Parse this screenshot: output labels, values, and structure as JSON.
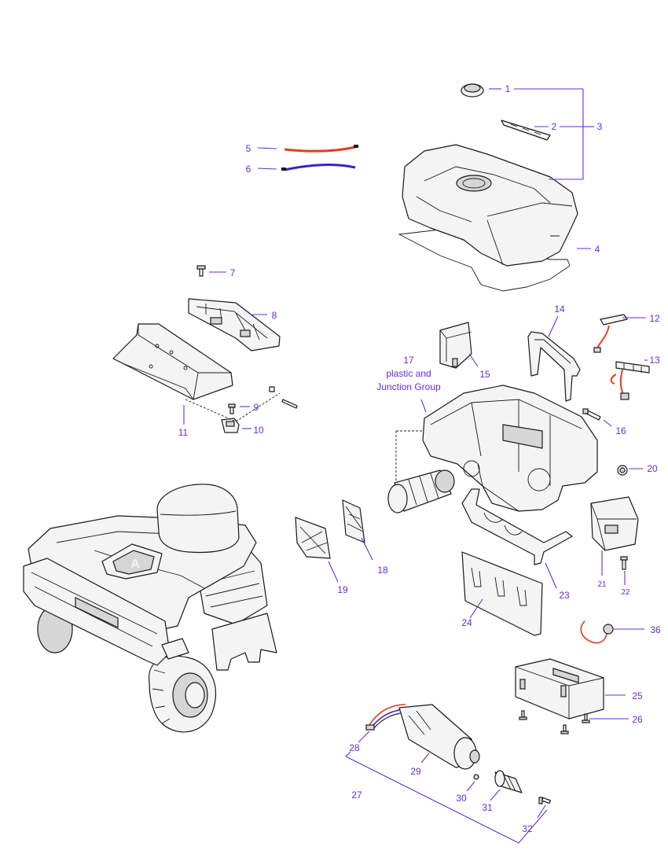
{
  "colors": {
    "callout": "#6a2bd9",
    "outline": "#1a1a1a",
    "cable_red": "#e0401b",
    "cable_blue": "#3b22c8"
  },
  "callouts": {
    "c1": "1",
    "c2": "2",
    "c3": "3",
    "c4": "4",
    "c5": "5",
    "c6": "6",
    "c7": "7",
    "c8": "8",
    "c9": "9",
    "c10": "10",
    "c11": "11",
    "c12": "12",
    "c13": "13",
    "c14": "14",
    "c15": "15",
    "c16": "16",
    "c17_line1": "17",
    "c17_line2": "plastic and",
    "c17_line3": "Junction Group",
    "c18": "18",
    "c19": "19",
    "c20": "20",
    "c21": "21",
    "c22": "22",
    "c23": "23",
    "c24": "24",
    "c25": "25",
    "c26": "26",
    "c27": "27",
    "c28": "28",
    "c29": "29",
    "c30": "30",
    "c31": "31",
    "c32": "32",
    "c36": "36"
  },
  "logo_letter": "A"
}
